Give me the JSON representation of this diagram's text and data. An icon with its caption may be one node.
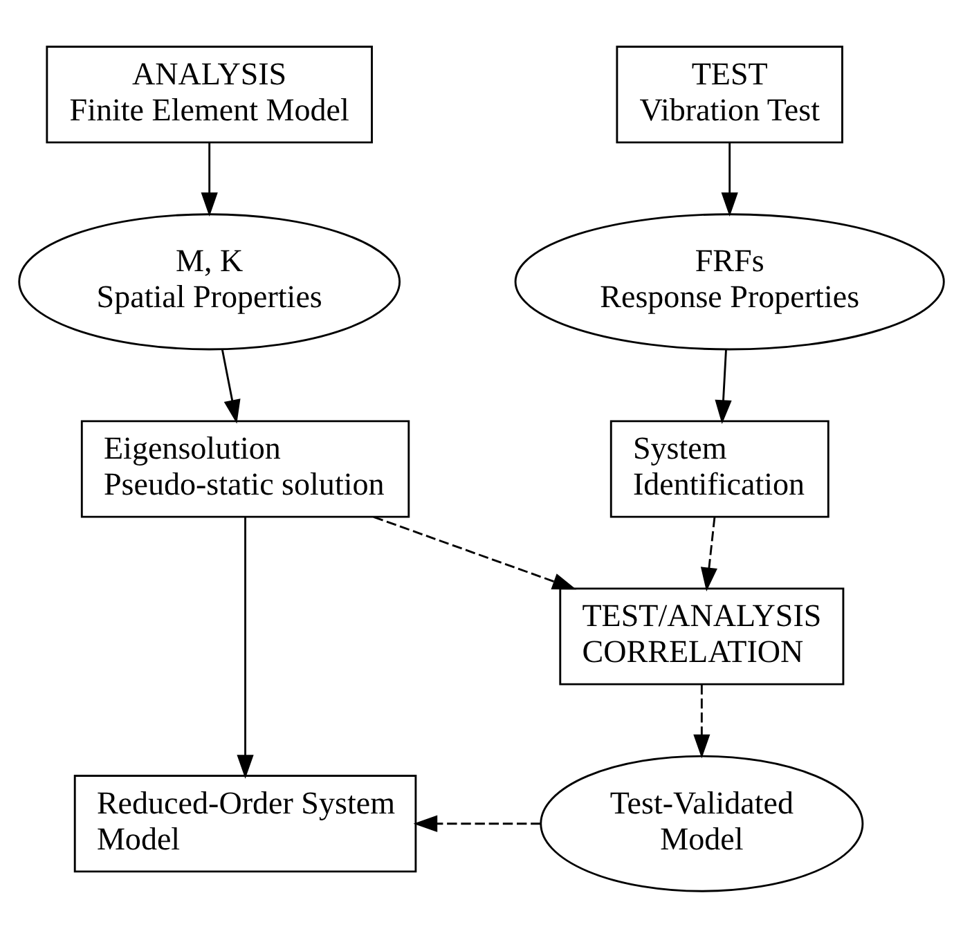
{
  "diagram": {
    "nodes": [
      {
        "text": [
          "ANALYSIS",
          "Finite Element Model"
        ]
      },
      {
        "text": [
          "TEST",
          "Vibration Test"
        ]
      },
      {
        "text": [
          "M, K",
          "Spatial Properties"
        ]
      },
      {
        "text": [
          "FRFs",
          "Response Properties"
        ]
      },
      {
        "text": [
          "Eigensolution",
          "Pseudo-static solution"
        ]
      },
      {
        "text": [
          "System Identification"
        ]
      },
      {
        "text": [
          "TEST/ANALYSIS CORRELATION"
        ]
      },
      {
        "text": [
          "Reduced-Order System Model"
        ]
      },
      {
        "text": [
          "Test-Validated Model"
        ]
      }
    ],
    "edges": [
      {
        "from": 0,
        "to": 2,
        "arrow": "to"
      },
      {
        "from": 1,
        "to": 3,
        "arrow": "to"
      },
      {
        "from": 2,
        "to": 4,
        "arrow": "to"
      },
      {
        "from": 3,
        "to": 5,
        "arrow": "to"
      },
      {
        "from": 4,
        "to": 7,
        "arrow": "to"
      },
      {
        "from": 4,
        "to": 6,
        "arrow": "to",
        "style": "dashed"
      },
      {
        "from": 5,
        "to": 6,
        "arrow": "to",
        "style": "dashed"
      },
      {
        "from": 6,
        "to": 8,
        "arrow": "to",
        "style": "dashed"
      },
      {
        "from": 8,
        "to": 7,
        "arrow": "to",
        "style": "dashed"
      }
    ]
  }
}
